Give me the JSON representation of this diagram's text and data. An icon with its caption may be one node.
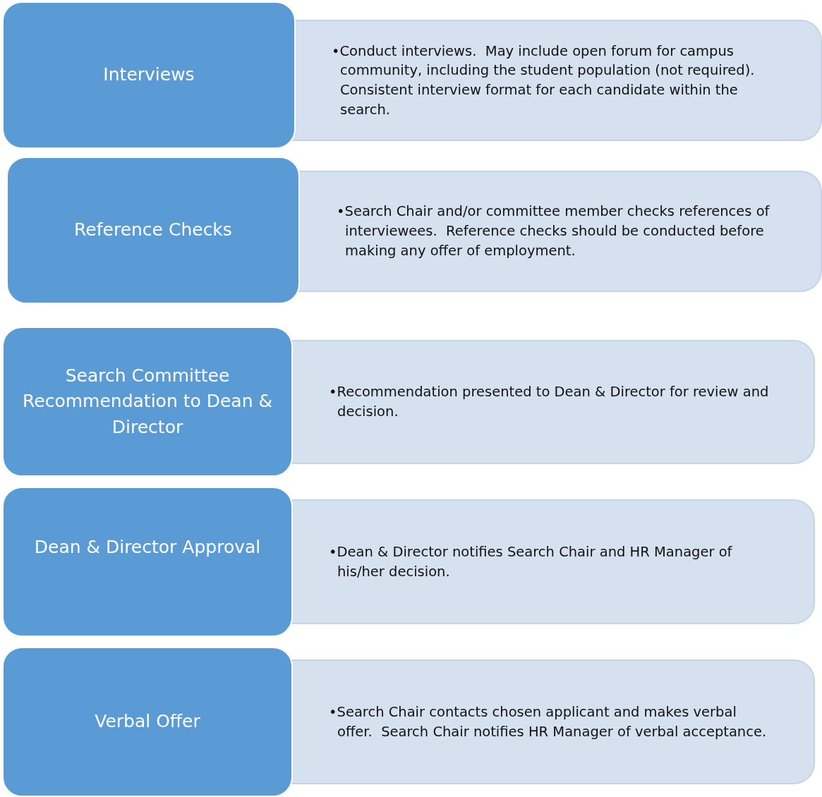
{
  "diagram": {
    "nodes": [
      {
        "text": [
          "Interviews"
        ]
      },
      {
        "text": [
          "•Conduct interviews.  May include open forum for campus community, including the student population (not required).  Consistent interview format for each candidate within the search."
        ]
      },
      {
        "text": [
          "Reference Checks"
        ]
      },
      {
        "text": [
          "•Search Chair and/or committee member checks references of interviewees.  Reference checks should be conducted before making any offer of employment."
        ]
      },
      {
        "text": [
          "Search Committee Recommendation to Dean & Director"
        ]
      },
      {
        "text": [
          "•Recommendation presented to Dean & Director for review and decision."
        ]
      },
      {
        "text": [
          "Dean & Director Approval"
        ]
      },
      {
        "text": [
          "•Dean & Director notifies Search Chair and HR Manager of his/her decision."
        ]
      },
      {
        "text": [
          "Verbal Offer"
        ]
      },
      {
        "text": [
          "•Search Chair contacts chosen applicant and makes verbal offer.  Search Chair notifies HR Manager of verbal acceptance."
        ]
      }
    ]
  }
}
